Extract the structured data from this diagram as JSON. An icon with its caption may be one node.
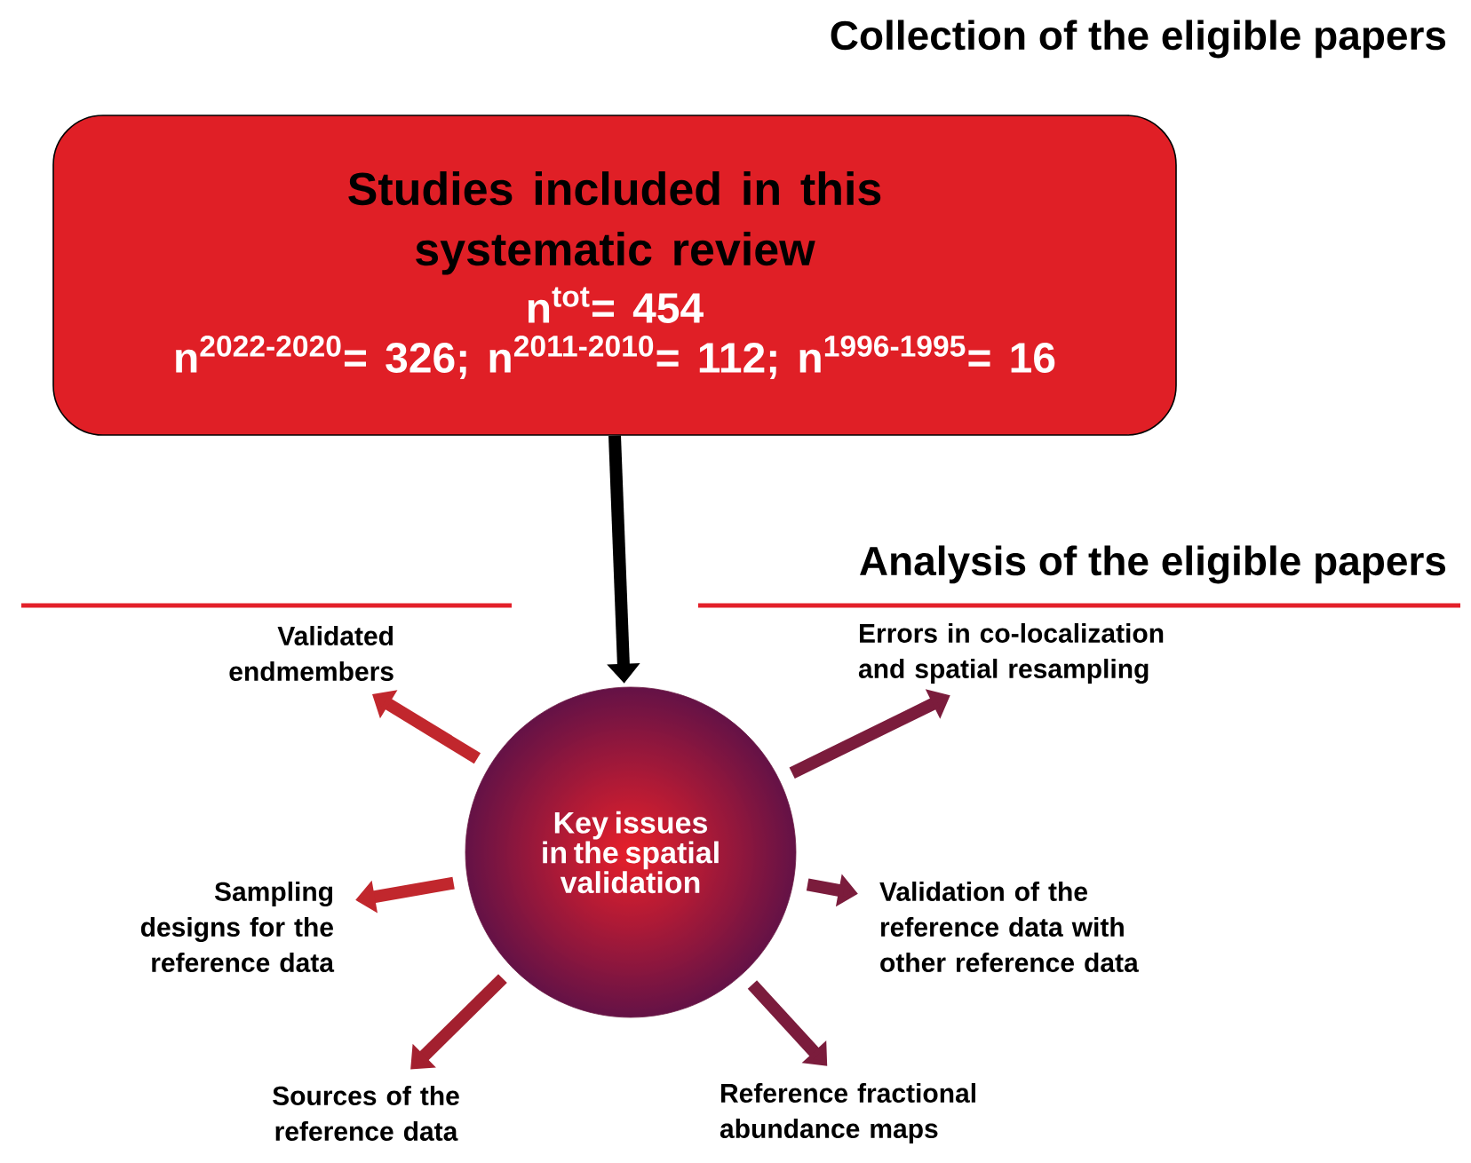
{
  "diagram": {
    "title": "Collection of the eligible papers",
    "nodes": [
      {
        "text": [
          "Studies included in this systematic review",
          "n$^{tot}$= 454",
          "n$^{2022-2020}$= 326; n$^{2011-2010}$= 112; n$^{1996-1995}$= 16"
        ]
      },
      {
        "text": [
          "Key issues in the spatial validation"
        ]
      },
      {
        "text": [
          "Validated endmembers"
        ]
      },
      {
        "text": [
          "Errors in co-localization and spatial resampling"
        ]
      },
      {
        "text": [
          "Sampling designs for the reference data"
        ]
      },
      {
        "text": [
          "Validation of the reference data with other reference data"
        ]
      },
      {
        "text": [
          "Sources of the reference data"
        ]
      },
      {
        "text": [
          "Reference fractional abundance maps"
        ]
      }
    ],
    "edges": [
      {
        "from": 0,
        "to": 1,
        "arrow": "to",
        "color": "#000000"
      },
      {
        "from": 1,
        "to": 2,
        "arrow": "to",
        "color": "#c1272d"
      },
      {
        "from": 1,
        "to": 3,
        "arrow": "to",
        "color": "#7b1c3c"
      },
      {
        "from": 1,
        "to": 4,
        "arrow": "to",
        "color": "#c1272d"
      },
      {
        "from": 1,
        "to": 5,
        "arrow": "to",
        "color": "#7b1c3c"
      },
      {
        "from": 1,
        "to": 6,
        "arrow": "to",
        "color": "#a3202f"
      },
      {
        "from": 1,
        "to": 7,
        "arrow": "to",
        "color": "#7b1c3c"
      }
    ],
    "labels": [
      "Analysis of the eligible papers"
    ]
  }
}
